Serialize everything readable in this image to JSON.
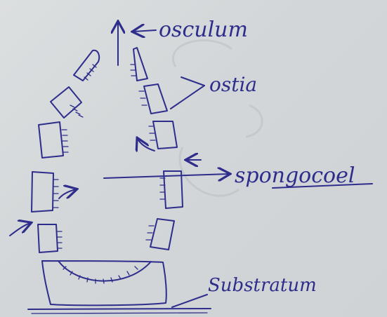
{
  "labels": {
    "osculum": "osculum",
    "ostia": "ostia",
    "spongocoel": "spongocoel",
    "substratum": "Substratum"
  },
  "colors": {
    "ink": "#2f2d8c",
    "paper": "#d4d8da"
  }
}
